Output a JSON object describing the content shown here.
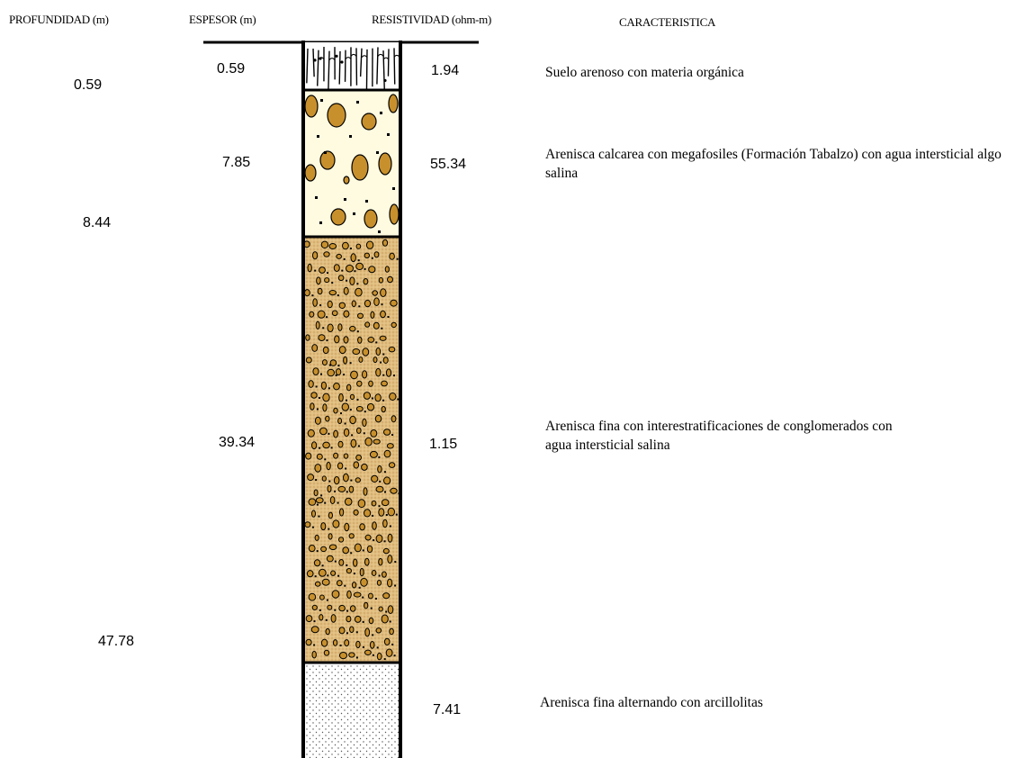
{
  "headers": {
    "profundidad": "PROFUNDIDAD (m)",
    "espesor": "ESPESOR (m)",
    "resistividad": "RESISTIVIDAD (ohm-m)",
    "caracteristica": "CARACTERISTICA"
  },
  "depths": [
    "0.59",
    "8.44",
    "47.78"
  ],
  "layers": [
    {
      "espesor": "0.59",
      "resistividad": "1.94",
      "caracteristica": "Suelo arenoso con materia orgánica",
      "pattern": "soil",
      "fill": "#ffffff"
    },
    {
      "espesor": "7.85",
      "resistividad": "55.34",
      "caracteristica": "Arenisca calcarea con megafosiles (Formación Tabalzo) con agua intersticial algo salina",
      "pattern": "fossil-pebbles",
      "fill": "#fffbe1"
    },
    {
      "espesor": "39.34",
      "resistividad": "1.15",
      "caracteristica": "Arenisca fina con interestratificaciones de conglomerados con agua intersticial salina",
      "pattern": "conglomerate",
      "fill": "#e3c389"
    },
    {
      "espesor": "",
      "resistividad": "7.41",
      "caracteristica": "Arenisca fina alternando con arcillolitas",
      "pattern": "fine-dots",
      "fill": "#ffffff"
    }
  ],
  "colors": {
    "pebble": "#c8902c",
    "outline": "#000000"
  }
}
